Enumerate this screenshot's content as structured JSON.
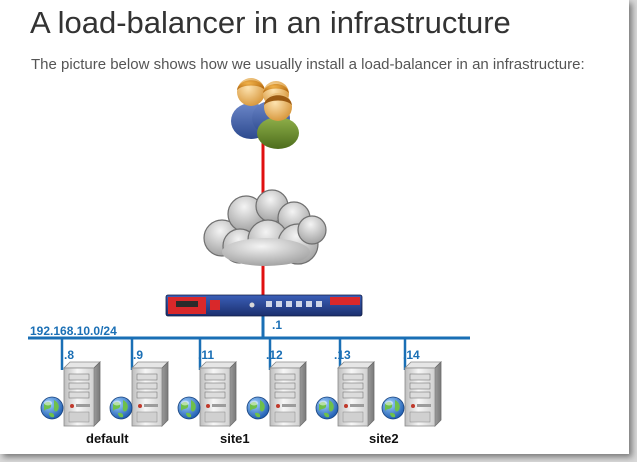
{
  "page": {
    "title": "A load-balancer in an infrastructure",
    "subtitle": "The picture below shows how we usually install a load-balancer in an infrastructure:"
  },
  "diagram": {
    "network_label": "192.168.10.0/24",
    "lb_ip": ".1",
    "servers": [
      {
        "ip": ".8"
      },
      {
        "ip": ".9"
      },
      {
        "ip": ".11"
      },
      {
        "ip": ".12"
      },
      {
        "ip": ".13"
      },
      {
        "ip": ".14"
      }
    ],
    "groups": [
      {
        "name": "default"
      },
      {
        "name": "site1"
      },
      {
        "name": "site2"
      }
    ],
    "colors": {
      "network": "#1a6fb5",
      "uplink": "#e01010",
      "label": "#1a6fb5"
    },
    "icons": [
      "users-icon",
      "cloud-icon",
      "load-balancer-icon",
      "server-icon",
      "globe-icon"
    ]
  }
}
